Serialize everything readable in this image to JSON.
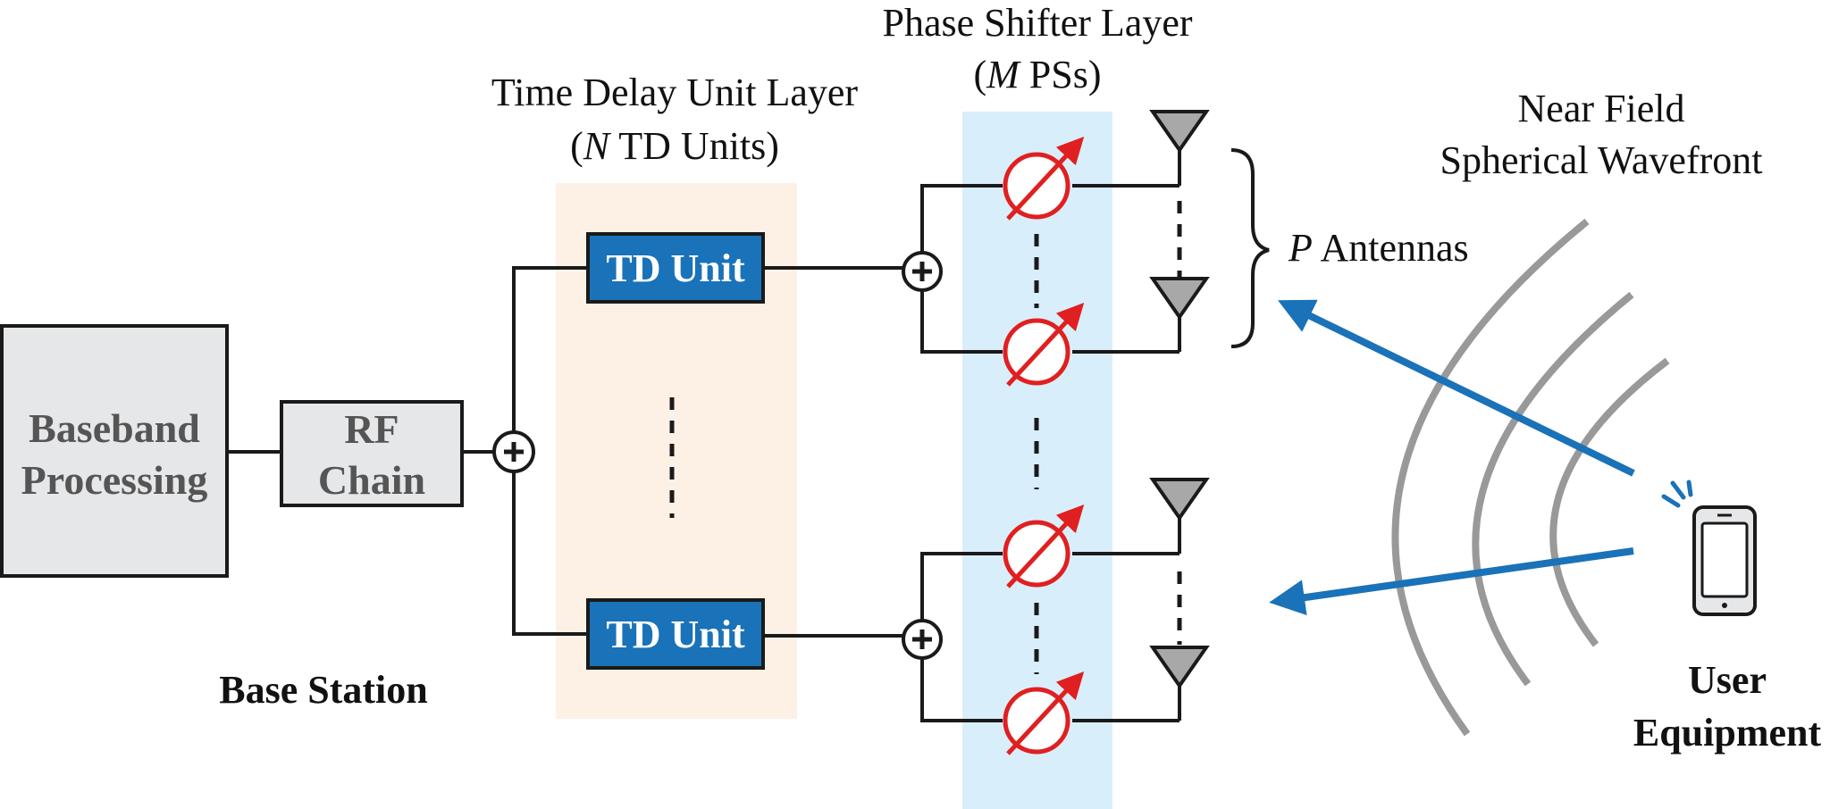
{
  "base_station": {
    "baseband": {
      "line1": "Baseband",
      "line2": "Processing"
    },
    "rf_chain": {
      "line1": "RF",
      "line2": "Chain"
    },
    "label": "Base Station"
  },
  "td_layer": {
    "title_line1": "Time Delay Unit Layer",
    "title_line2_var": "N",
    "title_line2_rest": " TD Units)",
    "unit_label": "TD Unit"
  },
  "ps_layer": {
    "title_line1": "Phase Shifter Layer",
    "title_line2_var": "M",
    "title_line2_rest": " PSs)"
  },
  "antennas": {
    "var": "P",
    "label": " Antennas"
  },
  "wavefront": {
    "line1": "Near Field",
    "line2": "Spherical Wavefront"
  },
  "user_equipment": {
    "line1": "User",
    "line2": "Equipment"
  },
  "colors": {
    "td_fill": "#1a72b8",
    "td_region": "#fdf1e6",
    "ps_region": "#d9eefb",
    "phase_shifter": "#e02020",
    "arrow": "#1a72b8",
    "box_fill": "#e6e7e9"
  }
}
